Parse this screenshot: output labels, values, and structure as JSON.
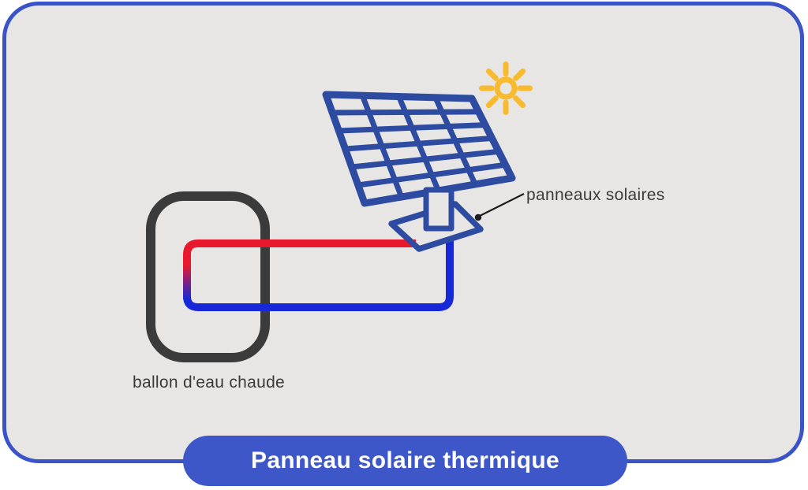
{
  "card": {
    "title": "Panneau solaire thermique"
  },
  "diagram": {
    "solar_panel_label": "panneaux solaires",
    "water_tank_label": "ballon d'eau chaude",
    "panel_grid": {
      "rows": 6,
      "cols": 4
    },
    "sun_rays": 8
  },
  "colors": {
    "page_background": "#ffffff",
    "card_fill": "#e7e6e4",
    "card_border": "#3a53c6",
    "title_bar_fill": "#3d56c8",
    "title_text": "#ffffff",
    "panel_blue": "#2e4ba2",
    "pipe_hot_red": "#e8192d",
    "pipe_cold_blue": "#1728d8",
    "sun_yellow": "#f8ba2e",
    "tank_gray": "#3b3b3b",
    "label_text": "#3b3b3b",
    "pointer_line": "#1c1c1c"
  }
}
